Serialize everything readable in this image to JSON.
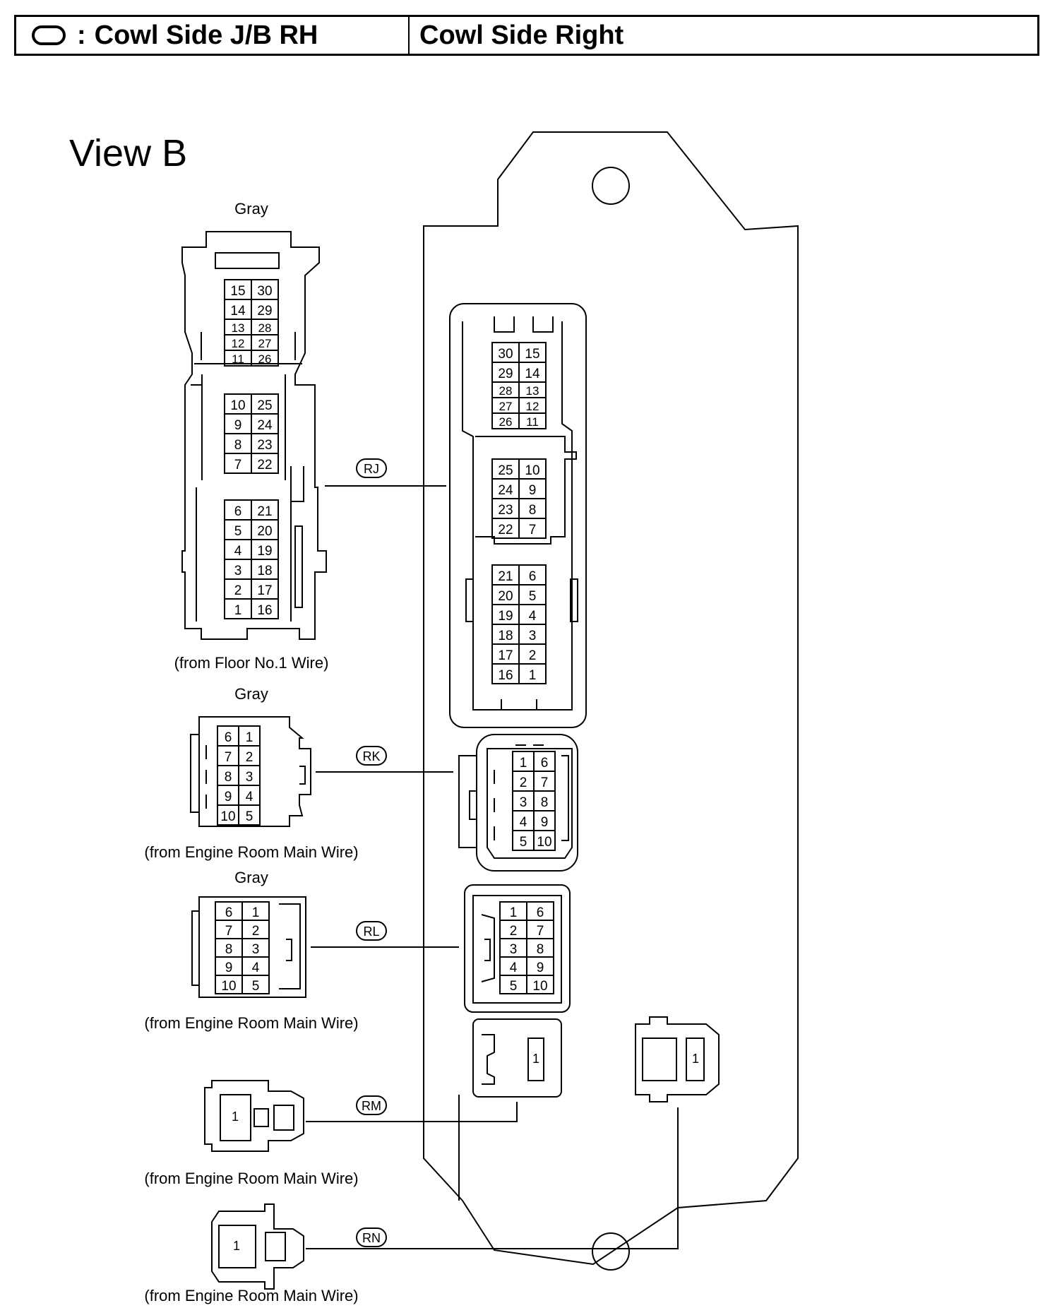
{
  "header": {
    "symbol_icon": "oval-symbol-icon",
    "separator": ":",
    "part_name": "Cowl Side J/B RH",
    "location": "Cowl Side Right"
  },
  "view_title": "View B",
  "connectors": [
    {
      "code": "RJ",
      "color": "Gray",
      "source": "(from Floor No.1 Wire)"
    },
    {
      "code": "RK",
      "color": "Gray",
      "source": "(from Engine Room Main Wire)"
    },
    {
      "code": "RL",
      "color": "Gray",
      "source": "(from Engine Room Main Wire)"
    },
    {
      "code": "RM",
      "color": "",
      "source": "(from Engine Room Main Wire)"
    },
    {
      "code": "RN",
      "color": "",
      "source": "(from Engine Room Main Wire)"
    }
  ],
  "pins": {
    "rj_left_top": [
      [
        "15",
        "30"
      ],
      [
        "14",
        "29"
      ],
      [
        "13",
        "28"
      ],
      [
        "12",
        "27"
      ],
      [
        "11",
        "26"
      ]
    ],
    "rj_left_mid": [
      [
        "10",
        "25"
      ],
      [
        "9",
        "24"
      ],
      [
        "8",
        "23"
      ],
      [
        "7",
        "22"
      ]
    ],
    "rj_left_bot": [
      [
        "6",
        "21"
      ],
      [
        "5",
        "20"
      ],
      [
        "4",
        "19"
      ],
      [
        "3",
        "18"
      ],
      [
        "2",
        "17"
      ],
      [
        "1",
        "16"
      ]
    ],
    "rj_right_top": [
      [
        "30",
        "15"
      ],
      [
        "29",
        "14"
      ],
      [
        "28",
        "13"
      ],
      [
        "27",
        "12"
      ],
      [
        "26",
        "11"
      ]
    ],
    "rj_right_mid": [
      [
        "25",
        "10"
      ],
      [
        "24",
        "9"
      ],
      [
        "23",
        "8"
      ],
      [
        "22",
        "7"
      ]
    ],
    "rj_right_bot": [
      [
        "21",
        "6"
      ],
      [
        "20",
        "5"
      ],
      [
        "19",
        "4"
      ],
      [
        "18",
        "3"
      ],
      [
        "17",
        "2"
      ],
      [
        "16",
        "1"
      ]
    ],
    "rk_left": [
      [
        "6",
        "1"
      ],
      [
        "7",
        "2"
      ],
      [
        "8",
        "3"
      ],
      [
        "9",
        "4"
      ],
      [
        "10",
        "5"
      ]
    ],
    "rk_right": [
      [
        "1",
        "6"
      ],
      [
        "2",
        "7"
      ],
      [
        "3",
        "8"
      ],
      [
        "4",
        "9"
      ],
      [
        "5",
        "10"
      ]
    ],
    "rl_left": [
      [
        "6",
        "1"
      ],
      [
        "7",
        "2"
      ],
      [
        "8",
        "3"
      ],
      [
        "9",
        "4"
      ],
      [
        "10",
        "5"
      ]
    ],
    "rl_right": [
      [
        "1",
        "6"
      ],
      [
        "2",
        "7"
      ],
      [
        "3",
        "8"
      ],
      [
        "4",
        "9"
      ],
      [
        "5",
        "10"
      ]
    ],
    "single": "1"
  }
}
